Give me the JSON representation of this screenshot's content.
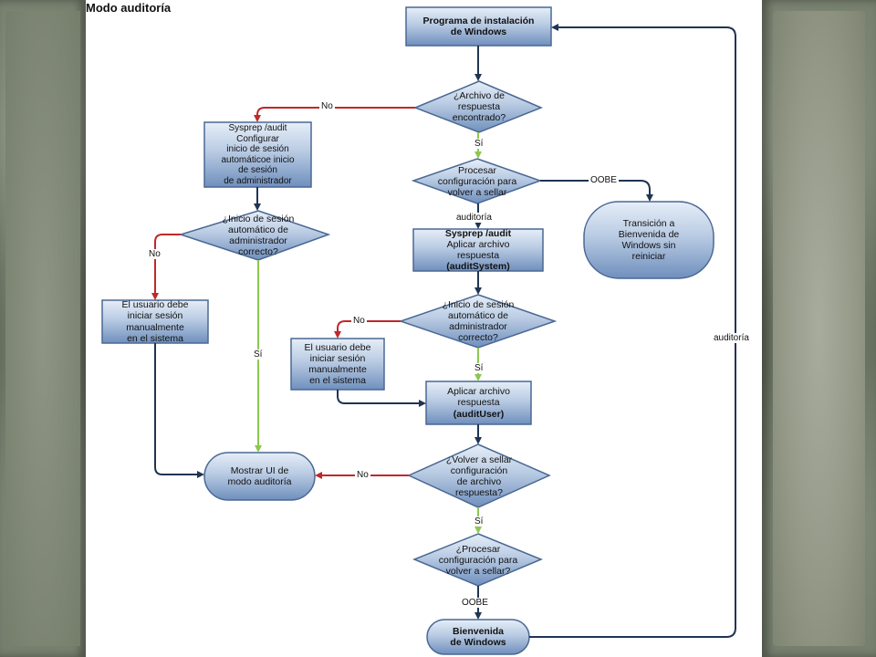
{
  "title": "Modo auditoría",
  "nodes": {
    "n_setup": "Programa de instalación\nde Windows",
    "n_answer": "¿Archivo de\nrespuesta\nencontrado?",
    "n_sysprep1": "Sysprep /audit\nConfigurar\ninicio de sesión\nautomáticoe inicio\nde sesión\nde administrador",
    "n_process1": "Procesar\nconfiguración para\nvolver a sellar",
    "n_transition": "Transición a\nBienvenida de\nWindows sin\nreiniciar",
    "n_login1": "¿Inicio de sesión\nautomático de\nadministrador\ncorrecto?",
    "n_sysprep2_title": "Sysprep /audit",
    "n_sysprep2_body": "Aplicar archivo\nrespuesta",
    "n_sysprep2_tail": "(auditSystem)",
    "n_manual1": "El usuario debe\niniciar sesión\nmanualmente\nen el sistema",
    "n_login2": "¿Inicio de sesión\nautomático de\nadministrador\ncorrecto?",
    "n_manual2": "El usuario debe\niniciar sesión\nmanualmente\nen el sistema",
    "n_apply_body": "Aplicar archivo\nrespuesta",
    "n_apply_tail": "(auditUser)",
    "n_reseal": "¿Volver a sellar\nconfiguración\nde archivo\nrespuesta?",
    "n_auditui": "Mostrar UI de\nmodo auditoría",
    "n_process2": "¿Procesar\nconfiguración para\nvolver a sellar?",
    "n_welcome": "Bienvenida\nde Windows"
  },
  "edge_labels": {
    "no_1": "No",
    "si_1": "Sí",
    "oobe_1": "OOBE",
    "auditoria_1": "auditoría",
    "no_2": "No",
    "si_2": "Sí",
    "no_3": "No",
    "si_3": "Sí",
    "no_4": "No",
    "si_4": "Sí",
    "oobe_2": "OOBE",
    "auditoria_loop": "auditoría"
  },
  "colors": {
    "node_fill_top": "#dfe8f4",
    "node_fill_bottom": "#6f8fbd",
    "node_stroke": "#4a6893",
    "arrow_dark": "#1f3552",
    "arrow_red": "#c0282a",
    "arrow_green": "#8cc850"
  }
}
